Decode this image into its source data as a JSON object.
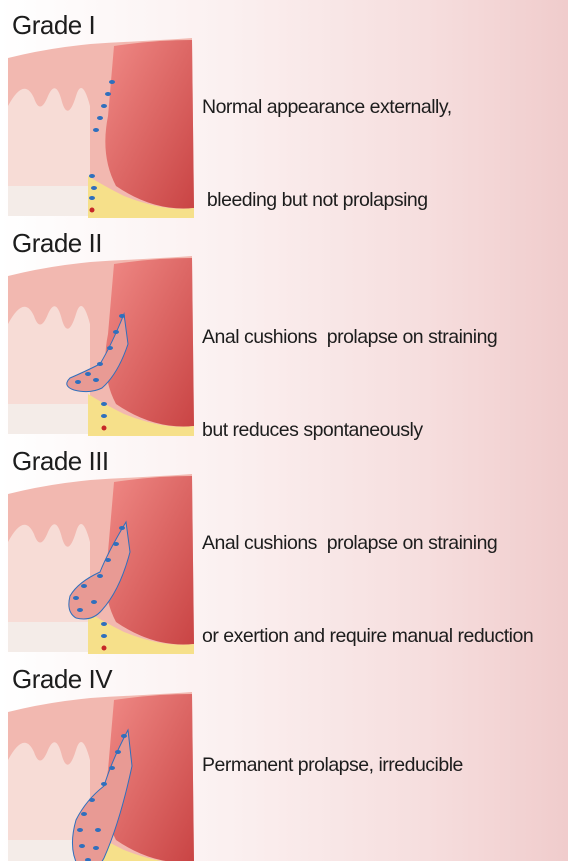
{
  "grades": [
    {
      "title": "Grade I",
      "description": [
        "Normal appearance externally,",
        " bleeding but not prolapsing"
      ]
    },
    {
      "title": "Grade II",
      "description": [
        "Anal cushions  prolapse on straining",
        "but reduces spontaneously"
      ]
    },
    {
      "title": "Grade III",
      "description": [
        "Anal cushions  prolapse on straining",
        "or exertion and require manual reduction"
      ]
    },
    {
      "title": "Grade IV",
      "description": [
        "Permanent prolapse, irreducible"
      ]
    }
  ],
  "colors": {
    "tissue_light": "#f4c8c0",
    "tissue_dark": "#d9524f",
    "vessel_blue": "#2f6fbd",
    "fat_yellow": "#f6e08a",
    "canal_white": "#f4ece8"
  }
}
